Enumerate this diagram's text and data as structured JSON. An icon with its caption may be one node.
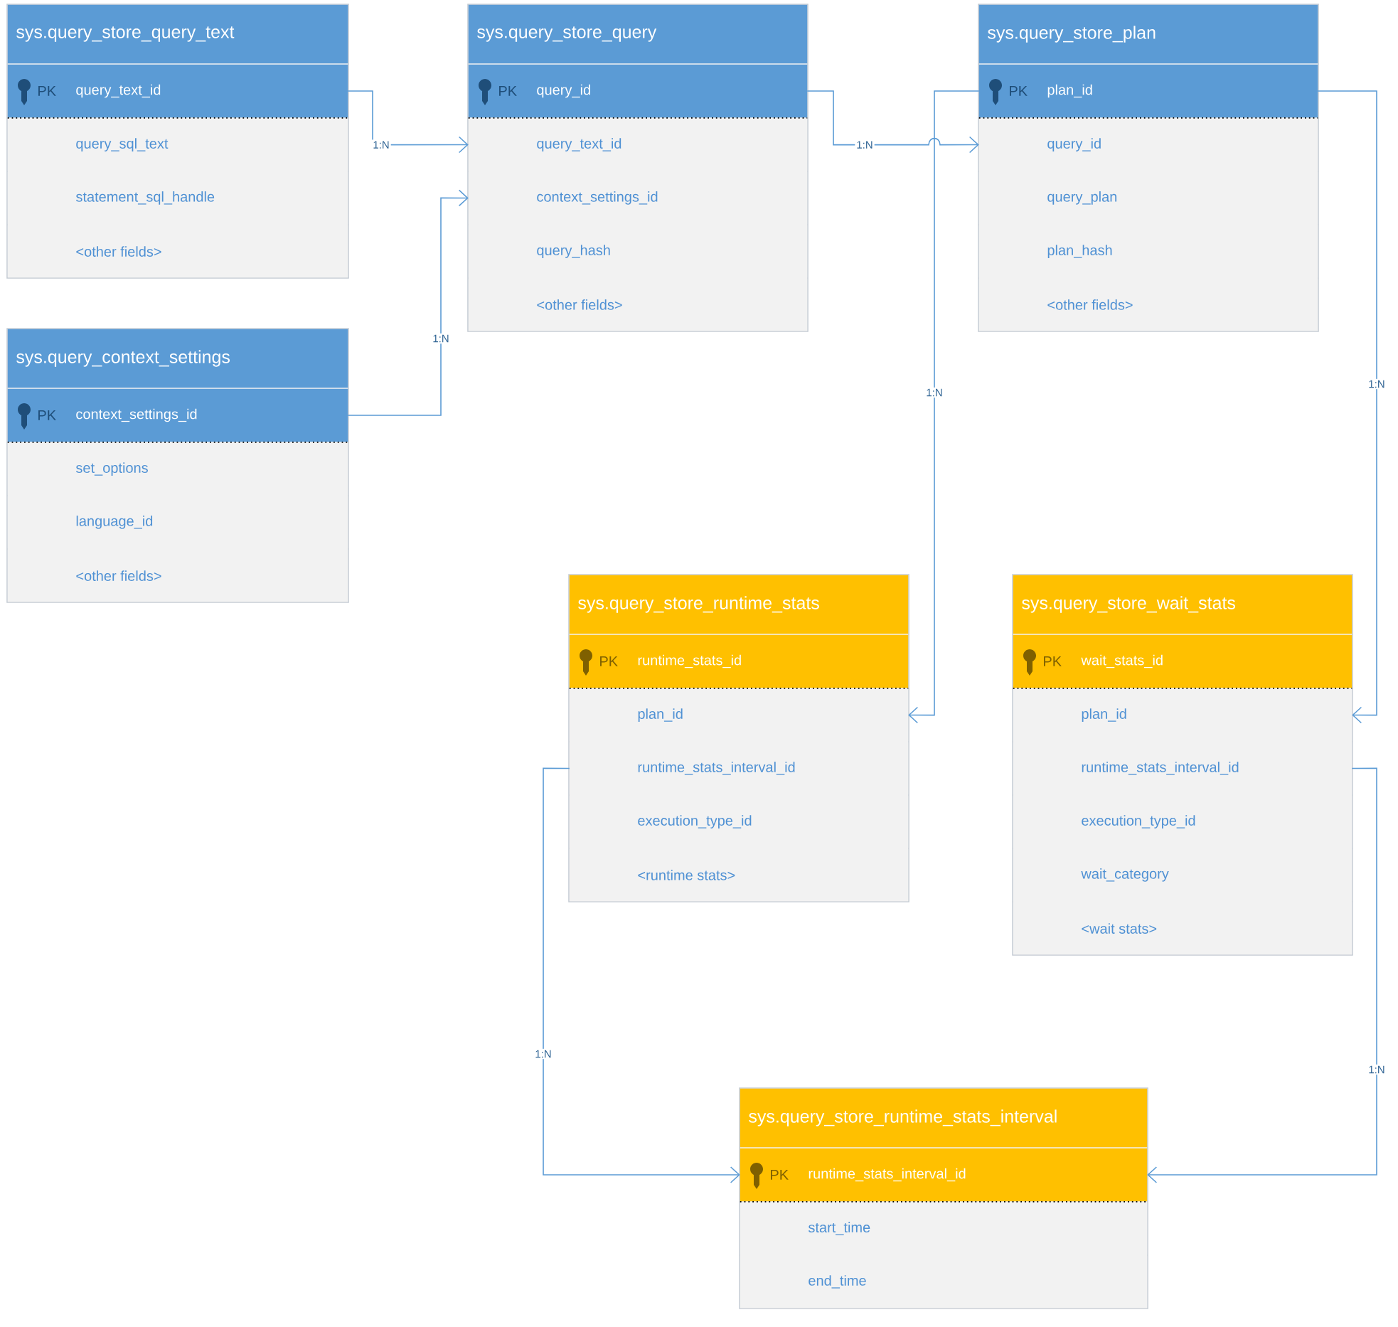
{
  "diagram": {
    "nodes": [
      {
        "text": [],
        "shape": "box"
      },
      {
        "text": [
          "sys.query_store_query_text"
        ],
        "in": 0
      },
      {
        "text": [
          "PK",
          "query_text_id"
        ],
        "in": 0
      },
      {
        "text": [
          "query_sql_text"
        ],
        "in": 0
      },
      {
        "text": [
          "statement_sql_handle"
        ],
        "in": 0
      },
      {
        "text": [
          "<other fields>"
        ],
        "in": 0
      },
      {
        "text": [],
        "shape": "box"
      },
      {
        "text": [
          "sys.query_store_query"
        ],
        "in": 6
      },
      {
        "text": [
          "PK",
          "query_id"
        ],
        "in": 6
      },
      {
        "text": [
          "query_text_id"
        ],
        "in": 6
      },
      {
        "text": [
          "context_settings_id"
        ],
        "in": 6
      },
      {
        "text": [
          "query_hash"
        ],
        "in": 6
      },
      {
        "text": [
          "<other fields>"
        ],
        "in": 6
      },
      {
        "text": [],
        "shape": "box"
      },
      {
        "text": [
          "sys.query_store_plan"
        ],
        "in": 13
      },
      {
        "text": [
          "PK",
          "plan_id"
        ],
        "in": 13
      },
      {
        "text": [
          "query_id"
        ],
        "in": 13
      },
      {
        "text": [
          "query_plan"
        ],
        "in": 13
      },
      {
        "text": [
          "plan_hash"
        ],
        "in": 13
      },
      {
        "text": [
          "<other fields>"
        ],
        "in": 13
      },
      {
        "text": [],
        "shape": "box"
      },
      {
        "text": [
          "sys.query_context_settings"
        ],
        "in": 20
      },
      {
        "text": [
          "PK",
          "context_settings_id"
        ],
        "in": 20
      },
      {
        "text": [
          "set_options"
        ],
        "in": 20
      },
      {
        "text": [
          "language_id"
        ],
        "in": 20
      },
      {
        "text": [
          "<other fields>"
        ],
        "in": 20
      },
      {
        "text": [],
        "shape": "box"
      },
      {
        "text": [
          "sys.query_store_runtime_stats"
        ],
        "in": 26
      },
      {
        "text": [
          "PK",
          "runtime_stats_id"
        ],
        "in": 26
      },
      {
        "text": [
          "plan_id"
        ],
        "in": 26
      },
      {
        "text": [
          "runtime_stats_interval_id"
        ],
        "in": 26
      },
      {
        "text": [
          "execution_type_id"
        ],
        "in": 26
      },
      {
        "text": [
          "<runtime stats>"
        ],
        "in": 26
      },
      {
        "text": [],
        "shape": "box"
      },
      {
        "text": [
          "sys.query_store_wait_stats"
        ],
        "in": 33
      },
      {
        "text": [
          "PK",
          "wait_stats_id"
        ],
        "in": 33
      },
      {
        "text": [
          "plan_id"
        ],
        "in": 33
      },
      {
        "text": [
          "runtime_stats_interval_id"
        ],
        "in": 33
      },
      {
        "text": [
          "execution_type_id"
        ],
        "in": 33
      },
      {
        "text": [
          "wait_category"
        ],
        "in": 33
      },
      {
        "text": [
          "<wait stats>"
        ],
        "in": 33
      },
      {
        "text": [],
        "shape": "box"
      },
      {
        "text": [
          "sys.query_store_runtime_stats_interval"
        ],
        "in": 41
      },
      {
        "text": [
          "PK",
          "runtime_stats_interval_id"
        ],
        "in": 41
      },
      {
        "text": [
          "start_time"
        ],
        "in": 41
      },
      {
        "text": [
          "end_time"
        ],
        "in": 41
      }
    ],
    "edges": [
      {
        "from": 2,
        "to": 9,
        "arrow": "to",
        "label": "1:N"
      },
      {
        "from": 22,
        "to": 10,
        "arrow": "to",
        "label": "1:N"
      },
      {
        "from": 8,
        "to": 16,
        "arrow": "to",
        "label": "1:N"
      },
      {
        "from": 15,
        "to": 29,
        "arrow": "to",
        "label": "1:N"
      },
      {
        "from": 15,
        "to": 36,
        "arrow": "to",
        "label": "1:N"
      },
      {
        "from": 30,
        "to": 43,
        "arrow": "to",
        "label": "1:N"
      },
      {
        "from": 37,
        "to": 43,
        "arrow": "to",
        "label": "1:N"
      }
    ]
  }
}
